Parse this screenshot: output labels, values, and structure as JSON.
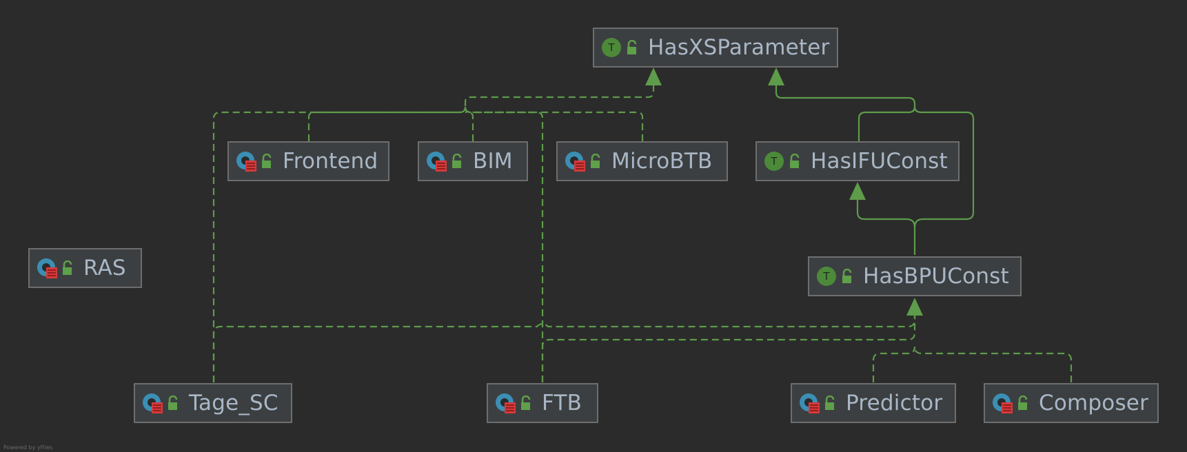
{
  "diagram": {
    "colors": {
      "background": "#2b2b2b",
      "node_fill": "#3c3f41",
      "node_border": "#6e6e6e",
      "text": "#a9b7c6",
      "edge": "#5e9b4b",
      "trait_badge": "#4c8a3a",
      "class_badge": "#3b8fb5",
      "class_badge_mark": "#d63a3a"
    },
    "nodes": [
      {
        "id": "HasXSParameter",
        "label": "HasXSParameter",
        "kind": "trait",
        "icon": "trait-icon"
      },
      {
        "id": "Frontend",
        "label": "Frontend",
        "kind": "class",
        "icon": "class-icon"
      },
      {
        "id": "BIM",
        "label": "BIM",
        "kind": "class",
        "icon": "class-icon"
      },
      {
        "id": "MicroBTB",
        "label": "MicroBTB",
        "kind": "class",
        "icon": "class-icon"
      },
      {
        "id": "HasIFUConst",
        "label": "HasIFUConst",
        "kind": "trait",
        "icon": "trait-icon"
      },
      {
        "id": "RAS",
        "label": "RAS",
        "kind": "class",
        "icon": "class-icon"
      },
      {
        "id": "HasBPUConst",
        "label": "HasBPUConst",
        "kind": "trait",
        "icon": "trait-icon"
      },
      {
        "id": "Tage_SC",
        "label": "Tage_SC",
        "kind": "class",
        "icon": "class-icon"
      },
      {
        "id": "FTB",
        "label": "FTB",
        "kind": "class",
        "icon": "class-icon"
      },
      {
        "id": "Predictor",
        "label": "Predictor",
        "kind": "class",
        "icon": "class-icon"
      },
      {
        "id": "Composer",
        "label": "Composer",
        "kind": "class",
        "icon": "class-icon"
      }
    ],
    "edges": [
      {
        "from": "Frontend",
        "to": "HasXSParameter",
        "style": "dashed"
      },
      {
        "from": "BIM",
        "to": "HasXSParameter",
        "style": "dashed"
      },
      {
        "from": "MicroBTB",
        "to": "HasXSParameter",
        "style": "dashed"
      },
      {
        "from": "Tage_SC",
        "to": "HasXSParameter",
        "style": "dashed"
      },
      {
        "from": "FTB",
        "to": "HasXSParameter",
        "style": "dashed"
      },
      {
        "from": "HasIFUConst",
        "to": "HasXSParameter",
        "style": "solid"
      },
      {
        "from": "HasBPUConst",
        "to": "HasXSParameter",
        "style": "solid"
      },
      {
        "from": "HasBPUConst",
        "to": "HasIFUConst",
        "style": "solid"
      },
      {
        "from": "Tage_SC",
        "to": "HasBPUConst",
        "style": "dashed"
      },
      {
        "from": "FTB",
        "to": "HasBPUConst",
        "style": "dashed"
      },
      {
        "from": "Predictor",
        "to": "HasBPUConst",
        "style": "dashed"
      },
      {
        "from": "Composer",
        "to": "HasBPUConst",
        "style": "dashed"
      }
    ],
    "footer": "Powered by yFiles"
  }
}
